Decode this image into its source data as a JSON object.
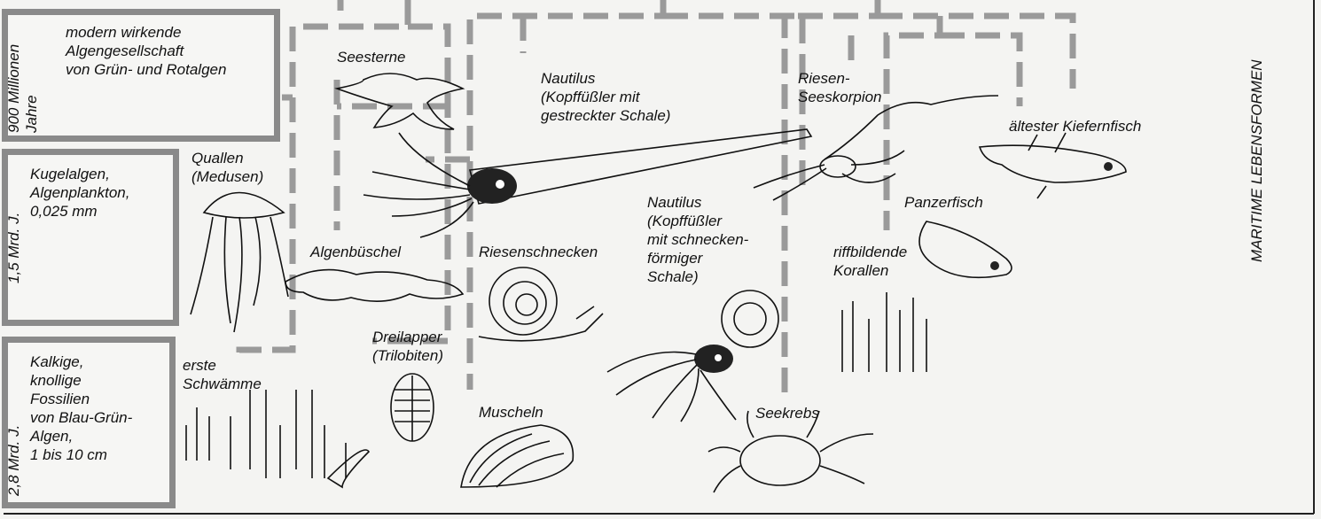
{
  "title": "MARITIME LEBENSFORMEN",
  "eras": [
    {
      "time": "900 Millionen\nJahre",
      "text": "modern wirkende\nAlgengesellschaft\nvon Grün- und Rotalgen"
    },
    {
      "time": "1,5 Mrd. J.",
      "text": "Kugelalgen,\nAlgenplankton,\n0,025 mm"
    },
    {
      "time": "2,8 Mrd. J.",
      "text": "Kalkige,\nknollige\nFossilien\nvon Blau-Grün-\nAlgen,\n1 bis 10 cm"
    }
  ],
  "organisms": {
    "quallen": "Quallen\n(Medusen)",
    "seesterne": "Seesterne",
    "algenbueschel": "Algenbüschel",
    "schwaemme": "erste\nSchwämme",
    "dreilapper": "Dreilapper\n(Trilobiten)",
    "nautilus1": "Nautilus\n(Kopffüßler mit\ngestreckter Schale)",
    "riesenschnecken": "Riesenschnecken",
    "muscheln": "Muscheln",
    "nautilus2": "Nautilus\n(Kopffüßler\nmit schnecken-\nförmiger\nSchale)",
    "seeskorpion": "Riesen-\nSeeskorpion",
    "kiefernfisch": "ältester Kiefernfisch",
    "panzerfisch": "Panzerfisch",
    "korallen": "riffbildende\nKorallen",
    "seekrebs": "Seekrebs"
  }
}
